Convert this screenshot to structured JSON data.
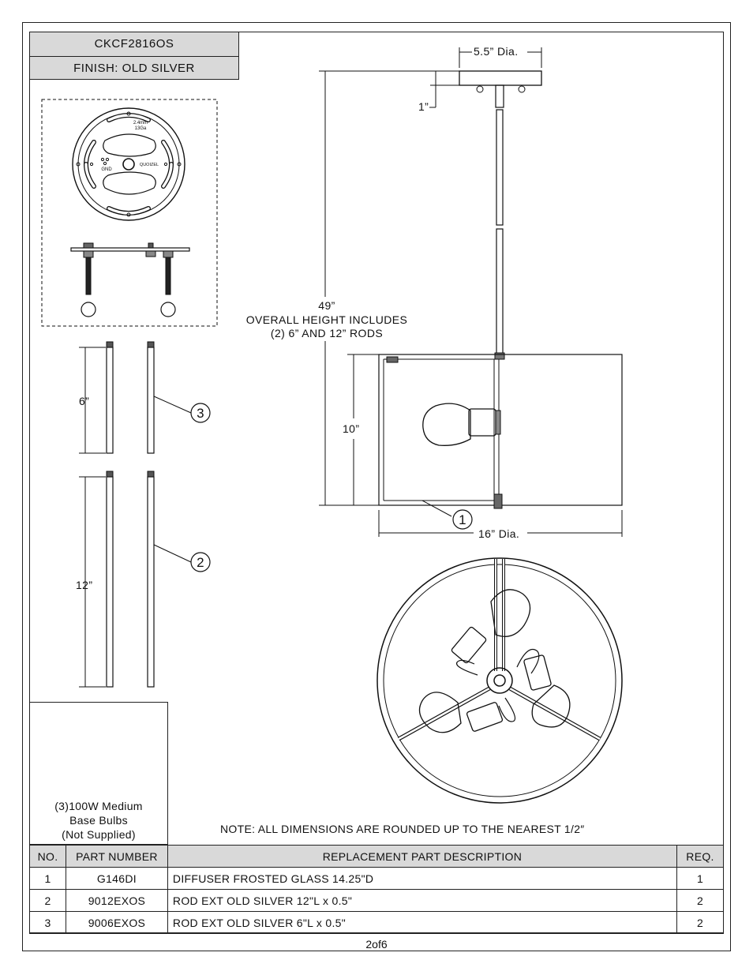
{
  "header": {
    "model": "CKCF2816OS",
    "finish": "FINISH: OLD SILVER"
  },
  "canopy_plate": {
    "thickness": "2.4mm",
    "gauge": "13Ga",
    "ground": "GND",
    "brand": "QUOIZEL"
  },
  "dimensions": {
    "canopy_dia": "5.5” Dia.",
    "canopy_height": "1”",
    "overall_value": "49”",
    "overall_line1": "OVERALL HEIGHT INCLUDES",
    "overall_line2": "(2) 6” AND 12” RODS",
    "shade_height": "10”",
    "shade_dia": "16” Dia.",
    "rod_short": "6”",
    "rod_long": "12”"
  },
  "callouts": {
    "c1": "1",
    "c2": "2",
    "c3": "3"
  },
  "bulb": {
    "line1": "(3)100W Medium",
    "line2": "Base Bulbs",
    "line3": "(Not Supplied)"
  },
  "note": "NOTE:  ALL DIMENSIONS ARE ROUNDED UP TO THE NEAREST  1/2″",
  "parts_table": {
    "headers": [
      "NO.",
      "PART NUMBER",
      "REPLACEMENT PART DESCRIPTION",
      "REQ."
    ],
    "rows": [
      {
        "no": "1",
        "part": "G146DI",
        "desc": "DIFFUSER FROSTED GLASS 14.25\"D",
        "req": "1"
      },
      {
        "no": "2",
        "part": "9012EXOS",
        "desc": "ROD EXT OLD SILVER 12\"L x 0.5\"",
        "req": "2"
      },
      {
        "no": "3",
        "part": "9006EXOS",
        "desc": "ROD EXT OLD SILVER 6\"L x 0.5\"",
        "req": "2"
      }
    ]
  },
  "page": "2of6"
}
